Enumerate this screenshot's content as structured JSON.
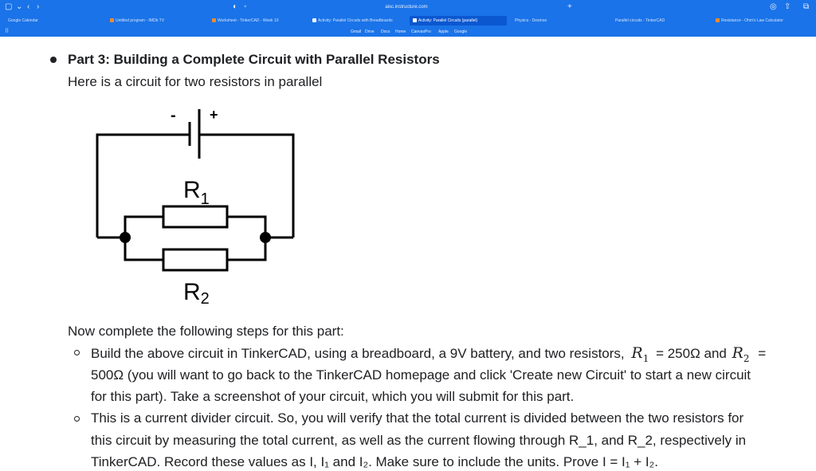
{
  "browser": {
    "url": "aisc.instructure.com",
    "tabs": [
      {
        "label": "Google Calendar",
        "active": false
      },
      {
        "label": "Untitled program - IMDb TV",
        "active": false
      },
      {
        "label": "Worksheet - TinkerCAD - Week 10",
        "active": false
      },
      {
        "label": "Activity: Parallel Circuits with Breadboards",
        "active": false
      },
      {
        "label": "Activity: Parallel Circuits (parallel)",
        "active": true
      },
      {
        "label": "Physics - Desmos",
        "active": false
      },
      {
        "label": "Parallel circuits - TinkerCAD",
        "active": false
      },
      {
        "label": "Resistance - Ohm's Law Calculator",
        "active": false
      }
    ],
    "bookmarks": [
      "Gmail",
      "Drive",
      "Docs",
      "Home",
      "CanvasPro",
      "Apple",
      "Google"
    ]
  },
  "article": {
    "heading": "Part 3: Building a Complete Circuit with Parallel Resistors",
    "intro": "Here is a circuit for two resistors in parallel",
    "circuit": {
      "battery_neg": "-",
      "battery_pos": "+",
      "r1_letter": "R",
      "r1_sub": "1",
      "r2_letter": "R",
      "r2_sub": "2"
    },
    "steps_intro": "Now complete the following steps for this part:",
    "step1": {
      "line1_a": "Build the above circuit in TinkerCAD, using a breadboard, a 9V battery, and two resistors,",
      "r1_math": "R",
      "r1_sub": "1",
      "eq1": "= 250Ω and",
      "r2_math": "R",
      "r2_sub": "2",
      "eq2": "=",
      "line2": "500Ω (you will want to go back to the TinkerCAD homepage and click 'Create new Circuit' to start a new circuit",
      "line3": "for this part). Take a screenshot of your circuit, which you will submit for this part."
    },
    "step2": {
      "line1": "This is a current divider circuit. So, you will verify that the total current is divided between the two resistors for",
      "line2": "this circuit by measuring the total current, as well as the current flowing through  R_1, and  R_2, respectively in",
      "line3": "TinkerCAD. Record these values as I, I₁ and I₂. Make sure to include the units. Prove I = I₁ + I₂."
    }
  }
}
